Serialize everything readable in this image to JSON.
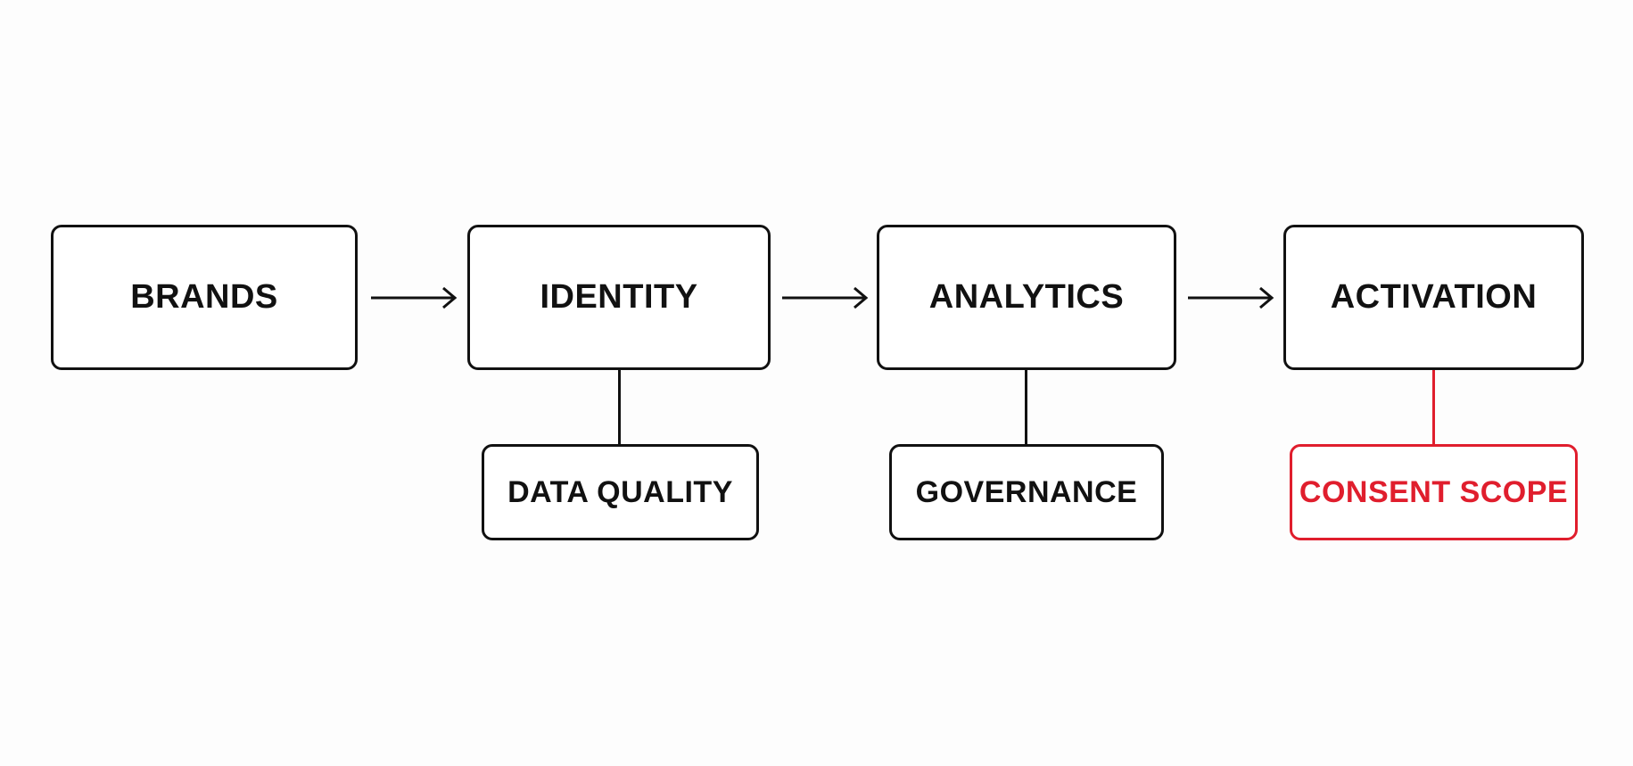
{
  "colors": {
    "stroke": "#111111",
    "highlight": "#e01e2d",
    "background": "#fdfdfd"
  },
  "pipeline": {
    "stages": [
      {
        "label": "BRANDS"
      },
      {
        "label": "IDENTITY"
      },
      {
        "label": "ANALYTICS"
      },
      {
        "label": "ACTIVATION"
      }
    ]
  },
  "attachments": {
    "identity": {
      "label": "DATA QUALITY"
    },
    "analytics": {
      "label": "GOVERNANCE"
    },
    "activation": {
      "label": "CONSENT SCOPE",
      "highlighted": true
    }
  }
}
